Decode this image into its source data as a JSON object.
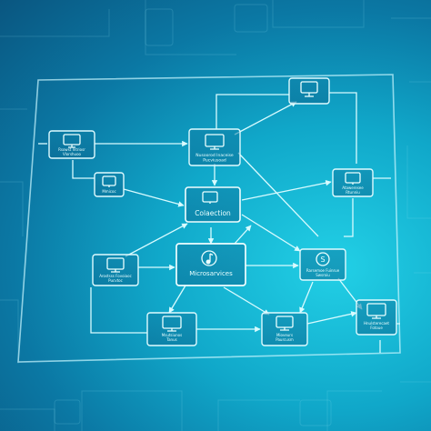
{
  "diagram": {
    "nodes": [
      {
        "id": "collection",
        "label": "Colaection",
        "icon": "monitor-icon"
      },
      {
        "id": "microservices",
        "label": "Microsarvices",
        "icon": "music-note-icon"
      },
      {
        "id": "top-center",
        "label": "Nusoorod Inaceise\nPucviusoad",
        "icon": "monitor-icon"
      },
      {
        "id": "top-right",
        "label": "",
        "icon": "monitor-icon"
      },
      {
        "id": "left-upper",
        "label": "Rsowst Intriosr\nVlorshuoo",
        "icon": "monitor-icon"
      },
      {
        "id": "left-middle",
        "label": "Mmicoc",
        "icon": "monitor-icon"
      },
      {
        "id": "left-lower",
        "label": "Arostsss Fovoiaoc\nPucvtoc",
        "icon": "monitor-icon"
      },
      {
        "id": "right-upper",
        "label": "Ataweresee\nRtunniu",
        "icon": "monitor-icon"
      },
      {
        "id": "right-middle",
        "label": "Rarsemoe Fuinrue\nSwsroiu",
        "icon": "database-icon"
      },
      {
        "id": "bottom-left",
        "label": "Msutsiunos\nTanus",
        "icon": "monitor-icon"
      },
      {
        "id": "bottom-center",
        "label": "Mioveurs\nPaurcusm",
        "icon": "monitor-icon"
      },
      {
        "id": "bottom-right",
        "label": "Hnulsterecaet\nFotoue",
        "icon": "monitor-icon"
      }
    ]
  }
}
